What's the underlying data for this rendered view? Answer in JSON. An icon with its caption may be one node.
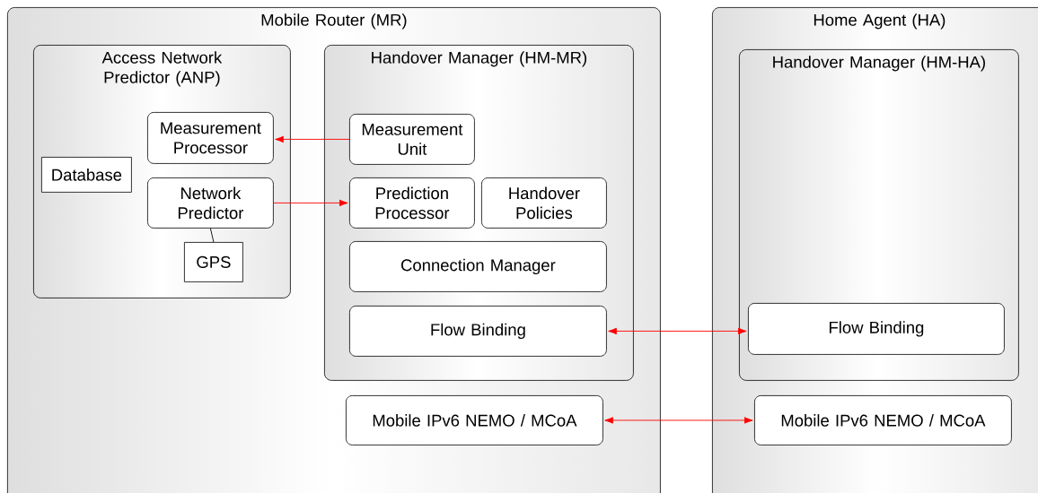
{
  "diagram": {
    "nodes": [
      {
        "text": [
          "Mobile Router (MR)"
        ]
      },
      {
        "text": [
          "Access Network Predictor (ANP)"
        ],
        "in": 0
      },
      {
        "text": [
          "Measurement Processor"
        ],
        "in": 1
      },
      {
        "text": [
          "Database"
        ],
        "in": 1
      },
      {
        "text": [
          "Network Predictor"
        ],
        "in": 1
      },
      {
        "text": [
          "GPS"
        ],
        "in": 1
      },
      {
        "text": [
          "Handover Manager (HM-MR)"
        ],
        "in": 0
      },
      {
        "text": [
          "Measurement Unit"
        ],
        "in": 6
      },
      {
        "text": [
          "Prediction Processor"
        ],
        "in": 6
      },
      {
        "text": [
          "Handover Policies"
        ],
        "in": 6
      },
      {
        "text": [
          "Connection Manager"
        ],
        "in": 6
      },
      {
        "text": [
          "Flow Binding"
        ],
        "in": 6
      },
      {
        "text": [
          "Mobile IPv6 NEMO / MCoA"
        ],
        "in": 0
      },
      {
        "text": [
          "Home Agent (HA)"
        ]
      },
      {
        "text": [
          "Handover Manager (HM-HA)"
        ],
        "in": 13
      },
      {
        "text": [
          "Flow Binding"
        ],
        "in": 14
      },
      {
        "text": [
          "Mobile IPv6 NEMO / MCoA"
        ],
        "in": 13
      }
    ],
    "edges": [
      {
        "from": 7,
        "to": 2,
        "arrow": "to"
      },
      {
        "from": 4,
        "to": 8,
        "arrow": "to"
      },
      {
        "from": 4,
        "to": 5,
        "arrow": "none",
        "color": "#000000"
      },
      {
        "from": 11,
        "to": 15,
        "arrow": "both"
      },
      {
        "from": 12,
        "to": 16,
        "arrow": "both"
      }
    ]
  }
}
